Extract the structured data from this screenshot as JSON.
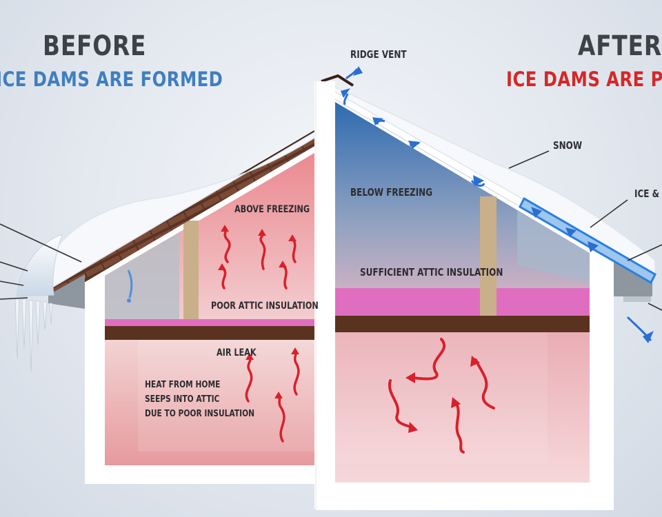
{
  "before": {
    "heading": "BEFORE",
    "subheading": "ICE DAMS ARE FORMED",
    "subheading_color": "#3f7fbf",
    "label_above_freezing": "ABOVE FREEZING",
    "label_poor_insulation": "POOR ATTIC INSULATION",
    "label_air_leak": "AIR LEAK",
    "note_lines": [
      "HEAT FROM HOME",
      "SEEPS INTO ATTIC",
      "DUE TO POOR INSULATION"
    ]
  },
  "after": {
    "heading": "AFTER",
    "subheading": "ICE DAMS ARE PRE",
    "subheading_color": "#d42828",
    "label_ridge_vent": "RIDGE VENT",
    "label_snow": "SNOW",
    "label_ice": "ICE &",
    "label_below_freezing": "BELOW FREEZING",
    "label_sufficient_insulation": "SUFFICIENT ATTIC INSULATION"
  },
  "colors": {
    "warm_air_arrow": "#d8202a",
    "cool_air_arrow": "#2a6fd0",
    "insulation": "#e06ec0",
    "roof_shingle": "#7a4a36",
    "floor_beam": "#5a3320"
  },
  "icons": [
    "warm-air-arrow-icon",
    "cool-air-arrow-icon",
    "icicle-icon",
    "snow-drift-icon"
  ]
}
